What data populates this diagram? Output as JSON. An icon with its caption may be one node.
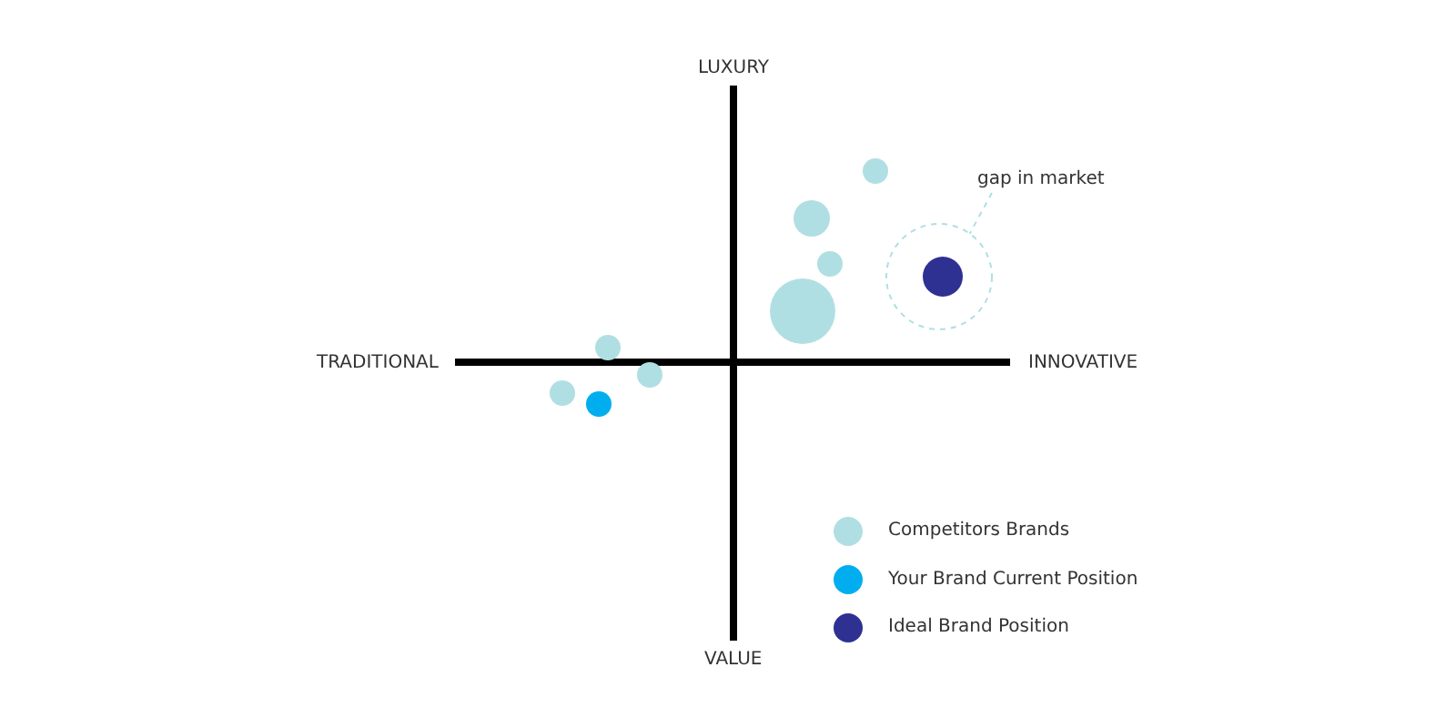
{
  "diagram": {
    "nodes": [
      {
        "text": [
          "gap in market"
        ]
      },
      {
        "text": [],
        "shape": "circle"
      }
    ],
    "edges": [
      {
        "from": 0,
        "to": 1,
        "arrow": "none",
        "style": "dashed"
      }
    ],
    "labels": [
      "LUXURY",
      "TRADITIONAL",
      "INNOVATIVE",
      "VALUE"
    ],
    "legend": [
      {
        "text": "Competitors Brands",
        "color": "#b0dfe3"
      },
      {
        "text": "Your Brand Current Position",
        "color": "#00aeef"
      },
      {
        "text": "Ideal Brand Position",
        "color": "#2e3192"
      }
    ]
  }
}
